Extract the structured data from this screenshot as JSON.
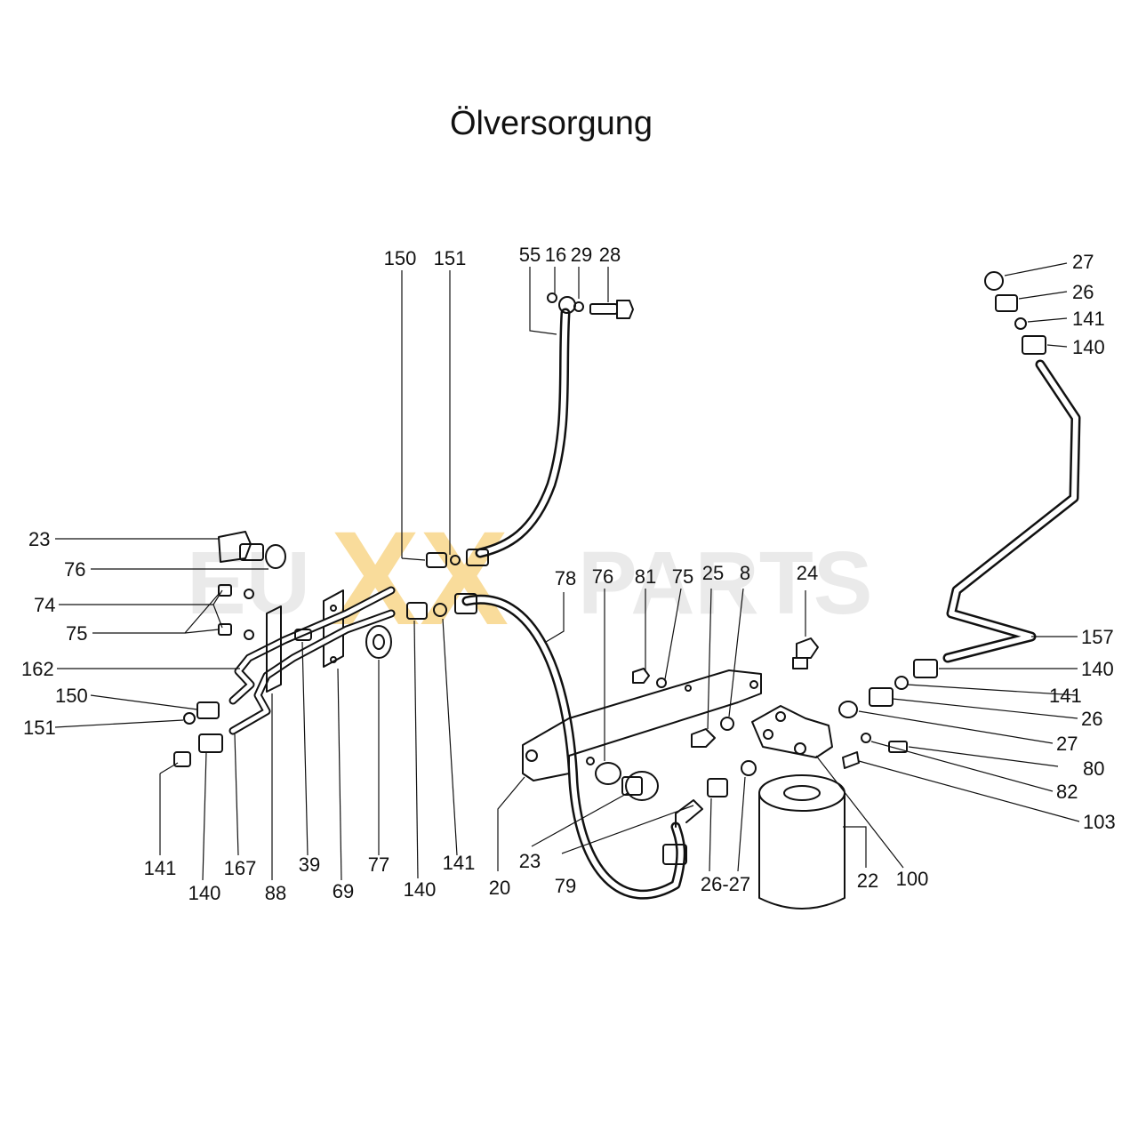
{
  "title": "Ölversorgung",
  "watermark": {
    "prefix": "EU",
    "middle": "XX",
    "suffix": "PARTS",
    "accent_color": "#f5c04a",
    "gray_color": "#d9d9d9"
  },
  "colors": {
    "line": "#111111",
    "background": "#ffffff"
  },
  "callouts": {
    "c150_top": "150",
    "c151_top": "151",
    "c55": "55",
    "c16": "16",
    "c29": "29",
    "c28": "28",
    "c27_tr": "27",
    "c26_tr": "26",
    "c141_tr": "141",
    "c140_tr": "140",
    "c23_left": "23",
    "c76_left": "76",
    "c74": "74",
    "c75_left": "75",
    "c162": "162",
    "c150_left": "150",
    "c151_left": "151",
    "c141_bot": "141",
    "c140_bot": "140",
    "c167": "167",
    "c88": "88",
    "c39": "39",
    "c69": "69",
    "c77": "77",
    "c140_mid": "140",
    "c141_mid": "141",
    "c78": "78",
    "c76_mid": "76",
    "c81": "81",
    "c75_mid": "75",
    "c25": "25",
    "c8": "8",
    "c24": "24",
    "c157": "157",
    "c140_r": "140",
    "c141_r": "141",
    "c26_r": "26",
    "c27_r": "27",
    "c80": "80",
    "c82": "82",
    "c103": "103",
    "c20": "20",
    "c23_bot": "23",
    "c79": "79",
    "c26_27": "26-27",
    "c22": "22",
    "c100": "100"
  }
}
